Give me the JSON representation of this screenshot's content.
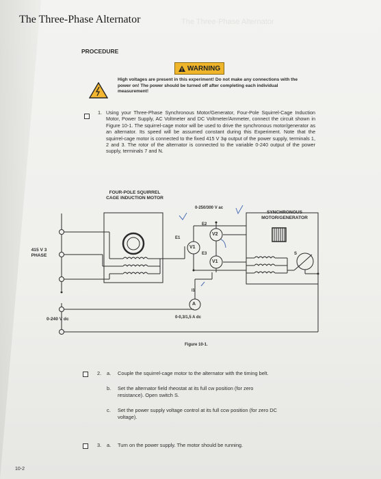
{
  "header": {
    "title": "The Three-Phase Alternator"
  },
  "faint_text": "The Three-Phase Alternator",
  "procedure_label": "PROCEDURE",
  "warning": {
    "label": "WARNING",
    "text": "High voltages are present in this experiment! Do not make any connections with the power on! The power should be turned off after completing each individual measurement!"
  },
  "step1": {
    "number": "1.",
    "text": "Using your Three-Phase Synchronous Motor/Generator, Four-Pole Squirrel-Cage Induction Motor, Power Supply, AC Voltmeter and DC Voltmeter/Ammeter, connect the circuit shown in Figure 10-1. The squirrel-cage motor will be used to drive the synchronous motor/generator as an alternator. Its speed will be assumed constant during this Experiment. Note that the squirrel-cage motor is connected to the fixed 415 V 3φ output of the power supply, terminals 1, 2 and 3. The rotor of the alternator is connected to the variable 0-240 output of the power supply, terminals 7 and N."
  },
  "figure": {
    "induction_motor_label": "FOUR-POLE SQUIRREL CAGE INDUCTION MOTOR",
    "sync_label": "SYNCHRONOUS MOTOR/GENERATOR",
    "supply_label": "415 V 3 PHASE",
    "dc_label": "0-240 V dc",
    "ammeter_range": "0-0,3/1,5 A dc",
    "voltmeter_range": "0-250/300 V ac",
    "v1": "V1",
    "v2": "V2",
    "a": "A",
    "e1": "E1",
    "e2": "E2",
    "e3": "E3",
    "i1": "I1",
    "s": "S",
    "caption": "Figure 10-1."
  },
  "step2": {
    "number": "2.",
    "a_letter": "a.",
    "a_text": "Couple the squirrel-cage motor to the alternator with the timing belt.",
    "b_letter": "b.",
    "b_text_1": "Set the alternator field rheostat at its full cw position (for zero",
    "b_text_2": "resistance). Open switch S.",
    "c_letter": "c.",
    "c_text_1": "Set the power supply voltage control at its full ccw position (for zero DC",
    "c_text_2": "voltage)."
  },
  "step3": {
    "number": "3.",
    "a_letter": "a.",
    "a_text": "Turn on the power supply. The motor should be running."
  },
  "page_number": "10-2"
}
